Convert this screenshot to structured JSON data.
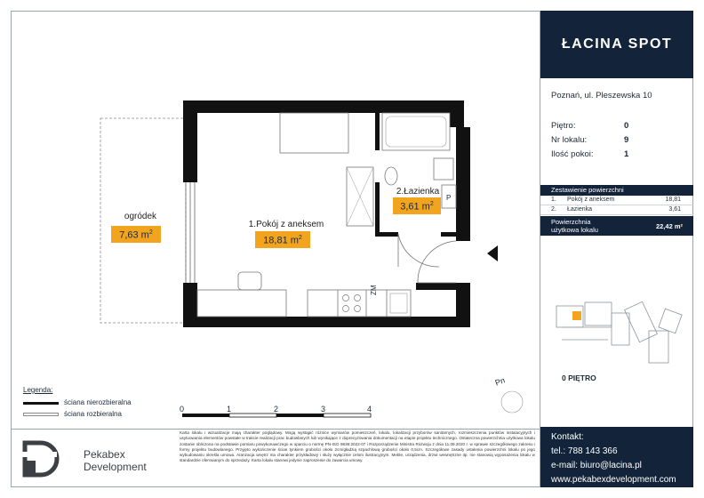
{
  "brand": "ŁACINA SPOT",
  "address": "Poznań, ul. Pleszewska 10",
  "info": [
    {
      "label": "Piętro:",
      "value": "0"
    },
    {
      "label": "Nr lokalu:",
      "value": "9"
    },
    {
      "label": "Ilość pokoi:",
      "value": "1"
    }
  ],
  "summary": {
    "title": "Zestawienie powierzchni",
    "rows": [
      {
        "no": "1.",
        "name": "Pokój z aneksem",
        "value": "18,81"
      },
      {
        "no": "2.",
        "name": "Łazienka",
        "value": "3,61"
      }
    ],
    "total_label_1": "Powierzchnia",
    "total_label_2": "użytkowa lokalu",
    "total_value": "22,42 m²"
  },
  "floor_label": "0 PIĘTRO",
  "contact": {
    "title": "Kontakt:",
    "phone": "tel.: 788 143 366",
    "email": "e-mail: biuro@lacina.pl",
    "web": "www.pekabexdevelopment.com"
  },
  "rooms": {
    "garden_label": "ogródek",
    "garden_area": "7,63 m",
    "room1_label": "1.Pokój z aneksem",
    "room1_area": "18,81 m",
    "room2_label": "2.Łazienka",
    "room2_area": "3,61 m",
    "sup": "2",
    "bath_p": "P",
    "fridge": "ZM",
    "north": "Pn"
  },
  "legend": {
    "title": "Legenda:",
    "item1": "ściana nierozbieralna",
    "item2": "ściana rozbieralna"
  },
  "scale": [
    "0",
    "1",
    "2",
    "3",
    "4"
  ],
  "developer": {
    "line1": "Pekabex",
    "line2": "Development"
  },
  "disclaimer": "Karta lokalu i wizualizacje mają charakter poglądowy. Mogą wystąpić różnice wymiarów pomieszczeń, lokalu, lokalizacji przyborów sanitarnych, rozmieszczenia punktów instalacyjnych i usytuowania elementów powstałe w trakcie realizacji prac budowlanych lub wynikające z doprecyzowania dokumentacji na etapie projektu technicznego. Ostateczna powierzchnia użytkowa lokalu zostanie obliczona na podstawie pomiaru powykonawczego w oparciu o normę PN-ISO 9836:2022-07 i Rozporządzenie Ministra Rozwoju z dnia 11.09.2020 r. w sprawie szczegółowego zakresu i formy projektu budowlanego. Przyjęto wykończenie ścian tynkiem grubości około 2cm/gładzią szpachlową grubości około 0,5cm. Szczegółowe zasady ustalenia powierzchni lokalu po jego wybudowaniu określa umowa. Aranżacja wnętrz ma charakter przykładowy i służy wyłącznie celom ilustracyjnym. Meble, urządzenia, drzwi wewnętrzne itp. nie stanowią wyposażenia lokalu w standardzie oferowanym do sprzedaży. Karta lokalu stanowi jedynie zaproszenie do zawarcia umowy."
}
